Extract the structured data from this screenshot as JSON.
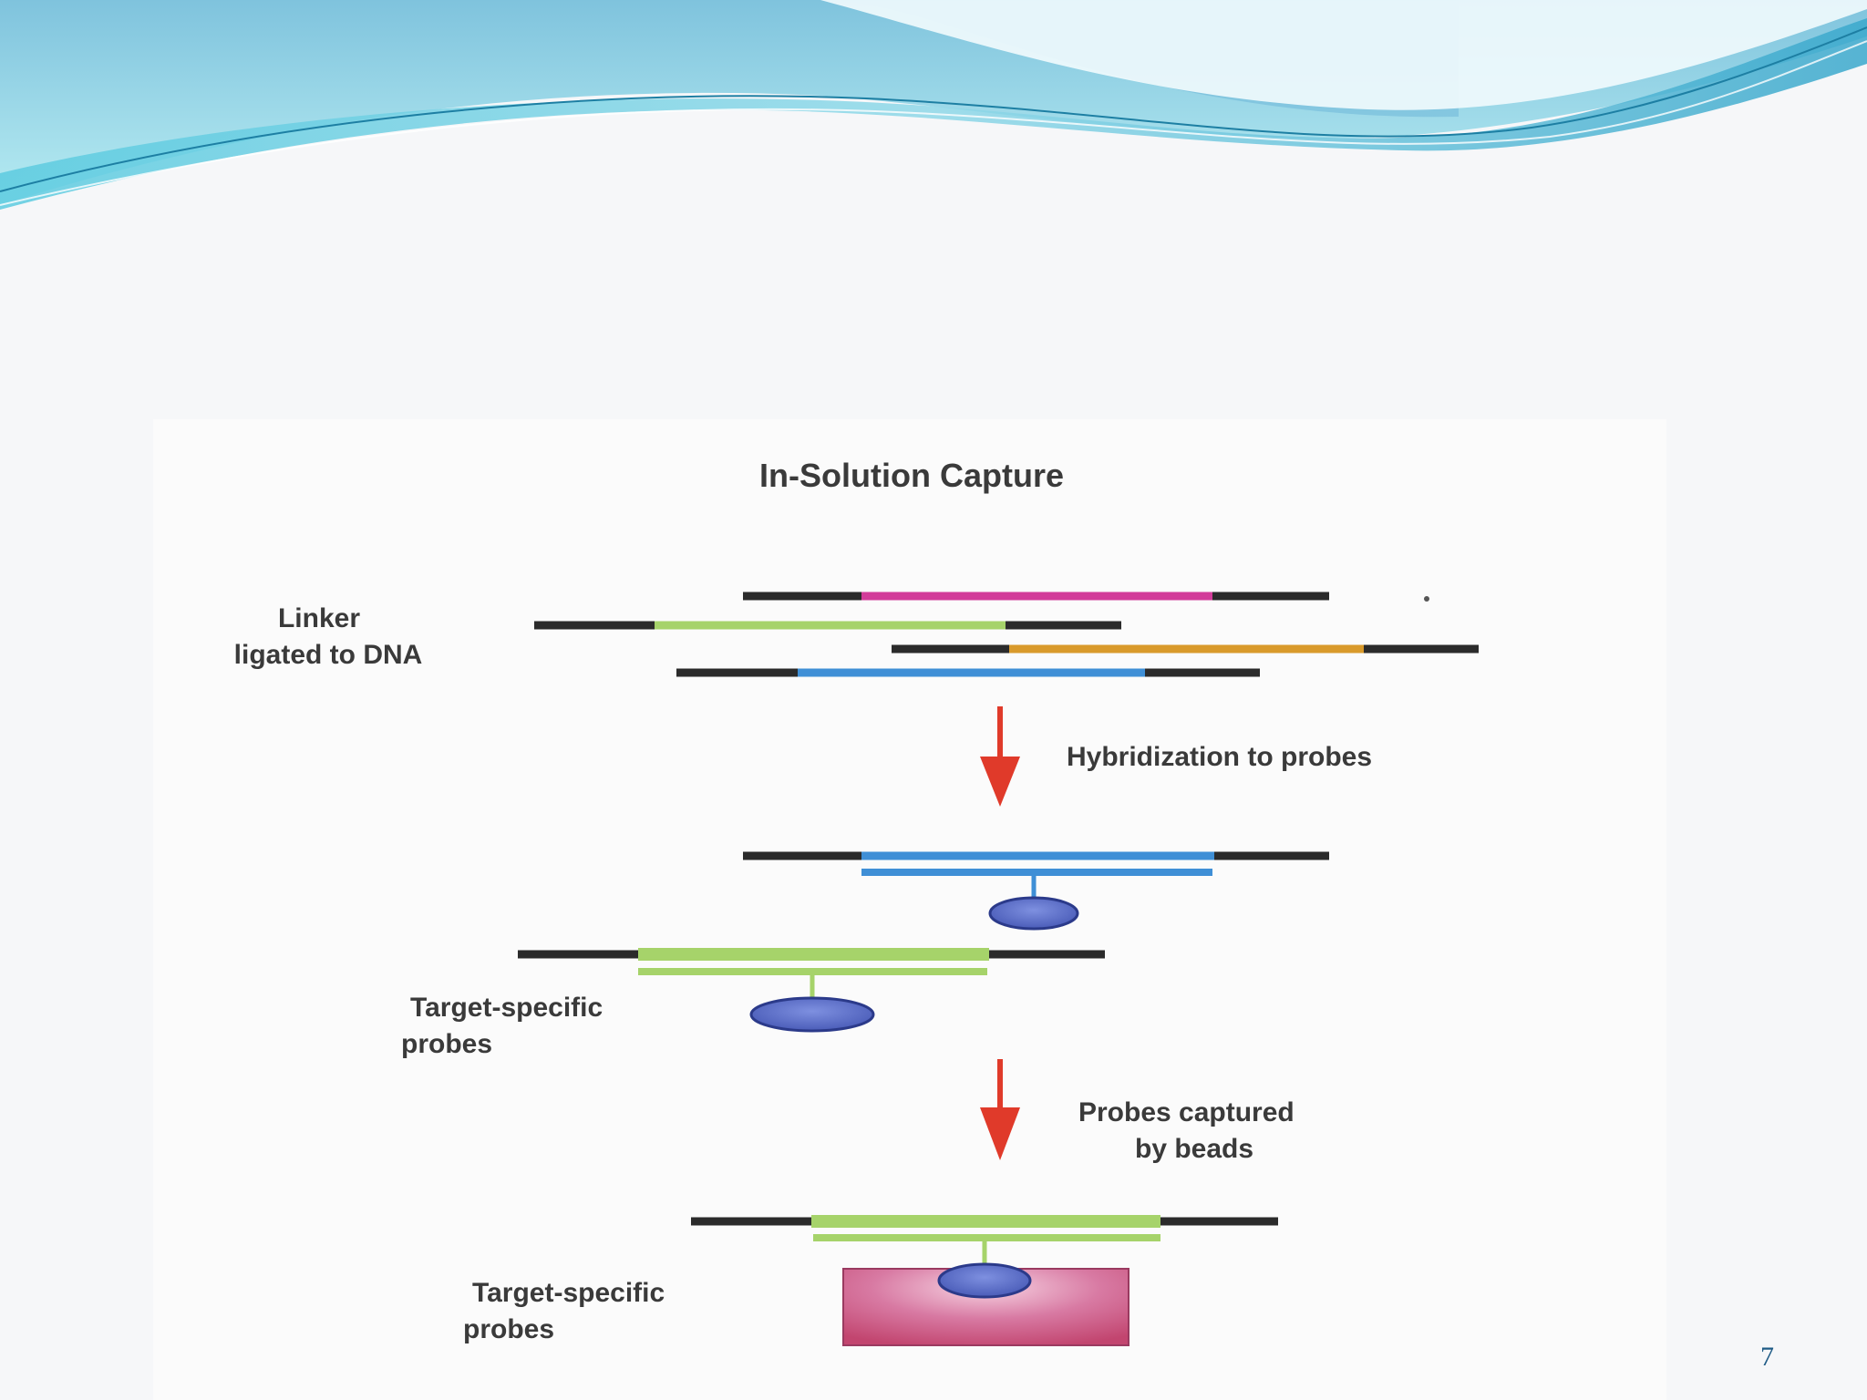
{
  "slide": {
    "number": "7",
    "theme_colors": {
      "wave_light": "#a8e6ee",
      "wave_mid": "#5cc9dc",
      "wave_dark": "#2a8fb0",
      "background": "#f6f7f9"
    }
  },
  "figure": {
    "title": "In-Solution Capture",
    "label_linker_line1": "Linker",
    "label_linker_line2": "ligated to DNA",
    "step1_label": "Hybridization to probes",
    "probes_label_1_line1": "Target-specific",
    "probes_label_1_line2": "probes",
    "step2_label_line1": "Probes captured",
    "step2_label_line2": "by beads",
    "probes_label_2_line1": "Target-specific",
    "probes_label_2_line2": "probes",
    "colors": {
      "linker": "#2b2b2b",
      "magenta_fragment": "#d23c9a",
      "green_fragment": "#a6d36a",
      "orange_fragment": "#d99a2b",
      "blue_fragment": "#3f8fd6",
      "arrow": "#e03a2a",
      "bead": "#5b6fc4",
      "bead_outline": "#2b3a8a",
      "capture_bead": "#c8527e"
    }
  }
}
